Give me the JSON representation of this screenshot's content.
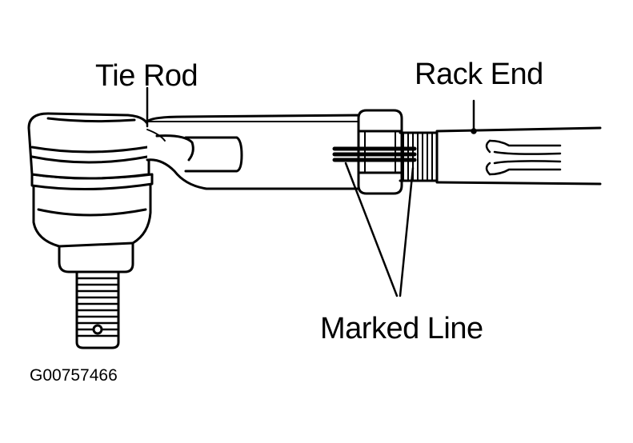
{
  "callouts": {
    "tie_rod": "Tie Rod",
    "rack_end": "Rack End",
    "marked_line": "Marked Line"
  },
  "figure_id": "G00757466",
  "colors": {
    "ink": "#000000",
    "paper": "#ffffff"
  }
}
